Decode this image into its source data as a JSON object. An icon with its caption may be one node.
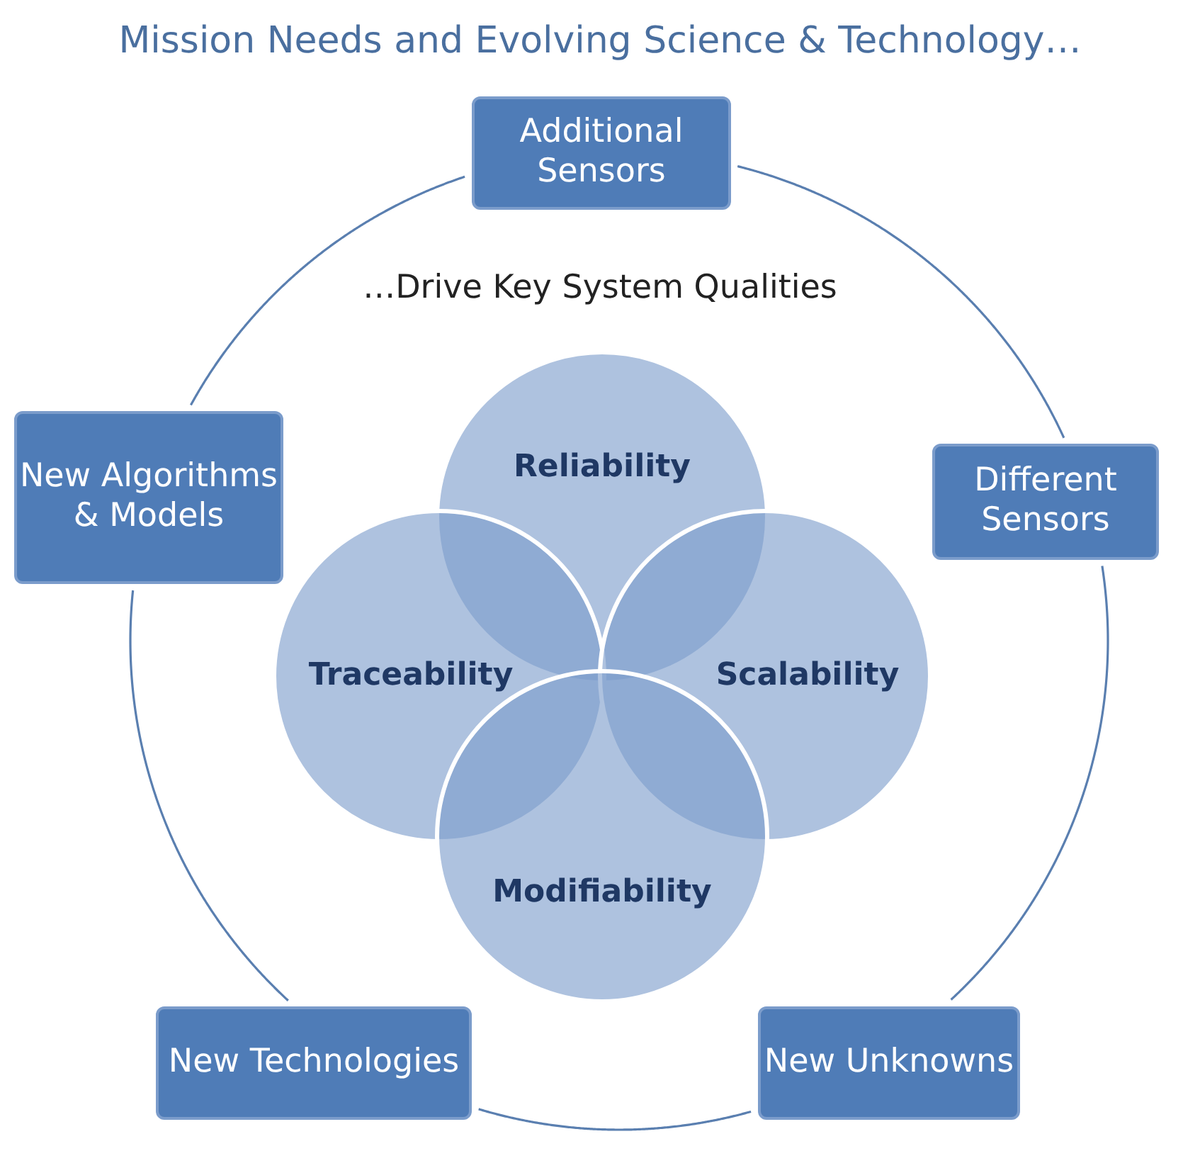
{
  "diagram": {
    "title": "Mission Needs and Evolving Science & Technology…",
    "nodes": [
      {
        "text": [
          "Additional Sensors"
        ]
      },
      {
        "text": [
          "Different Sensors"
        ]
      },
      {
        "text": [
          "New Unknowns"
        ]
      },
      {
        "text": [
          "New Technologies"
        ]
      },
      {
        "text": [
          "New Algorithms & Models"
        ]
      },
      {
        "text": [
          "Reliability"
        ]
      },
      {
        "text": [
          "Traceability"
        ]
      },
      {
        "text": [
          "Scalability"
        ]
      },
      {
        "text": [
          "Modifiability"
        ]
      }
    ],
    "edges": [
      {
        "from": 0,
        "to": 1,
        "arrow": "none"
      },
      {
        "from": 1,
        "to": 2,
        "arrow": "none"
      },
      {
        "from": 2,
        "to": 3,
        "arrow": "none"
      },
      {
        "from": 3,
        "to": 4,
        "arrow": "none"
      },
      {
        "from": 4,
        "to": 0,
        "arrow": "none"
      }
    ],
    "labels": [
      "…Drive Key System Qualities"
    ]
  }
}
